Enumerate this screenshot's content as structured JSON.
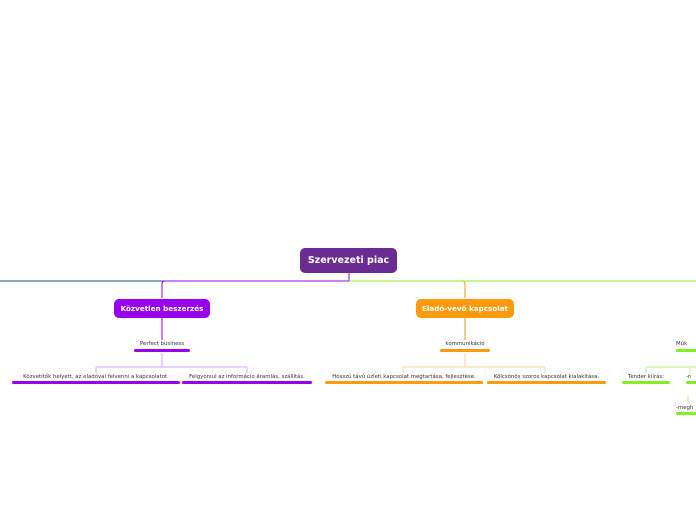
{
  "colors": {
    "root": "#6b2c91",
    "purple": "#9900ee",
    "orange": "#ff9a0d",
    "green": "#84f022",
    "navy": "#1a4d80",
    "purple_light": "#d9a6f2",
    "orange_light": "#ffd399"
  },
  "root": {
    "label": "Szervezeti piac"
  },
  "branches": {
    "kozvetlen": {
      "label": "Közvetlen beszerzés",
      "child": {
        "label": "Perfect business",
        "children": [
          {
            "label": "Közvetítők helyett, az eladóval felvenni a kapcsolatot."
          },
          {
            "label": "Felgyorsul az információ áramlás, szállítás."
          }
        ]
      }
    },
    "elado_vevo": {
      "label": "Eladó-vevő kapcsolat",
      "child": {
        "label": "kommunikáció",
        "children": [
          {
            "label": "Hosszú távú üzleti kapcsolat megtartása, fejlesztése."
          },
          {
            "label": "Kölcsönös szoros kapcsolat kialakítása."
          }
        ]
      }
    },
    "mukodes": {
      "label": "Műk",
      "children": [
        {
          "label": "Tender kiírás:"
        },
        {
          "label": "-n"
        },
        {
          "label": "-megh"
        }
      ]
    }
  }
}
